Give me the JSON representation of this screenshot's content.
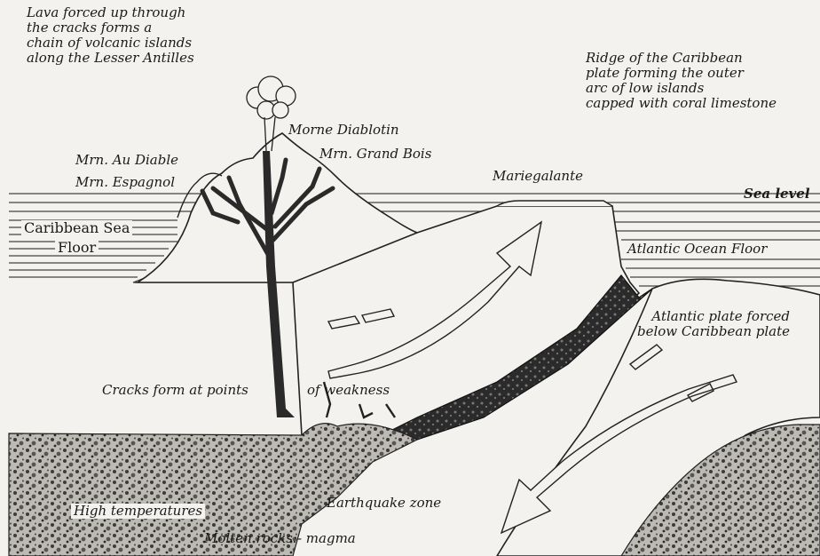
{
  "labels": {
    "lava": "Lava forced up through\nthe cracks forms a\nchain of volcanic islands\nalong the Lesser Antilles",
    "ridge": "Ridge of the Caribbean\nplate forming the outer\narc of low islands\ncapped with coral limestone",
    "morne_diablotin": "Morne Diablotin",
    "mrn_grand_bois": "Mrn. Grand Bois",
    "mrn_au_diable": "Mrn. Au Diable",
    "mrn_espagnol": "Mrn. Espagnol",
    "mariegalante": "Mariegalante",
    "sea_level": "Sea level",
    "caribbean_sea": "Caribbean Sea",
    "floor": "Floor",
    "atlantic_ocean_floor": "Atlantic Ocean Floor",
    "atlantic_plate": "Atlantic plate forced\nbelow Caribbean plate",
    "cracks": "Cracks form at points",
    "of_weakness": "of weakness",
    "high_temperatures": "High temperatures",
    "earthquake_zone": "Earthquake zone",
    "molten_rocks": "Molten rocks:- magma"
  },
  "colors": {
    "ink": "#1a1a1a",
    "paper": "#f4f2ee",
    "rock": "#6b6b6b"
  }
}
